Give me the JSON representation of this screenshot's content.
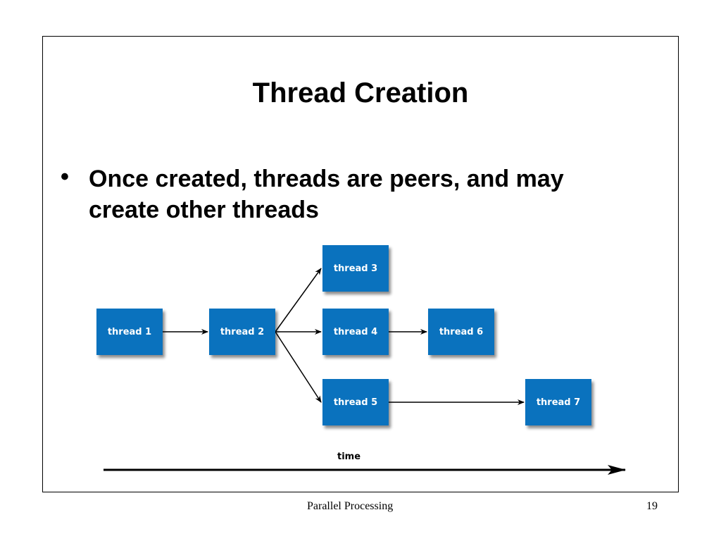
{
  "slide": {
    "title": "Thread Creation",
    "bullet_symbol": "•",
    "bullet_text_line1": "Once created, threads are peers, and may",
    "bullet_text_line2": "create other threads"
  },
  "diagram": {
    "box_color": "#0a72be",
    "threads": [
      {
        "id": "t1",
        "label": "thread 1"
      },
      {
        "id": "t2",
        "label": "thread 2"
      },
      {
        "id": "t3",
        "label": "thread 3"
      },
      {
        "id": "t4",
        "label": "thread 4"
      },
      {
        "id": "t5",
        "label": "thread 5"
      },
      {
        "id": "t6",
        "label": "thread 6"
      },
      {
        "id": "t7",
        "label": "thread 7"
      }
    ],
    "edges": [
      {
        "from": "t1",
        "to": "t2"
      },
      {
        "from": "t2",
        "to": "t3"
      },
      {
        "from": "t2",
        "to": "t4"
      },
      {
        "from": "t2",
        "to": "t5"
      },
      {
        "from": "t4",
        "to": "t6"
      },
      {
        "from": "t5",
        "to": "t7"
      }
    ],
    "time_label": "time"
  },
  "footer": {
    "title": "Parallel Processing",
    "page_number": "19"
  }
}
